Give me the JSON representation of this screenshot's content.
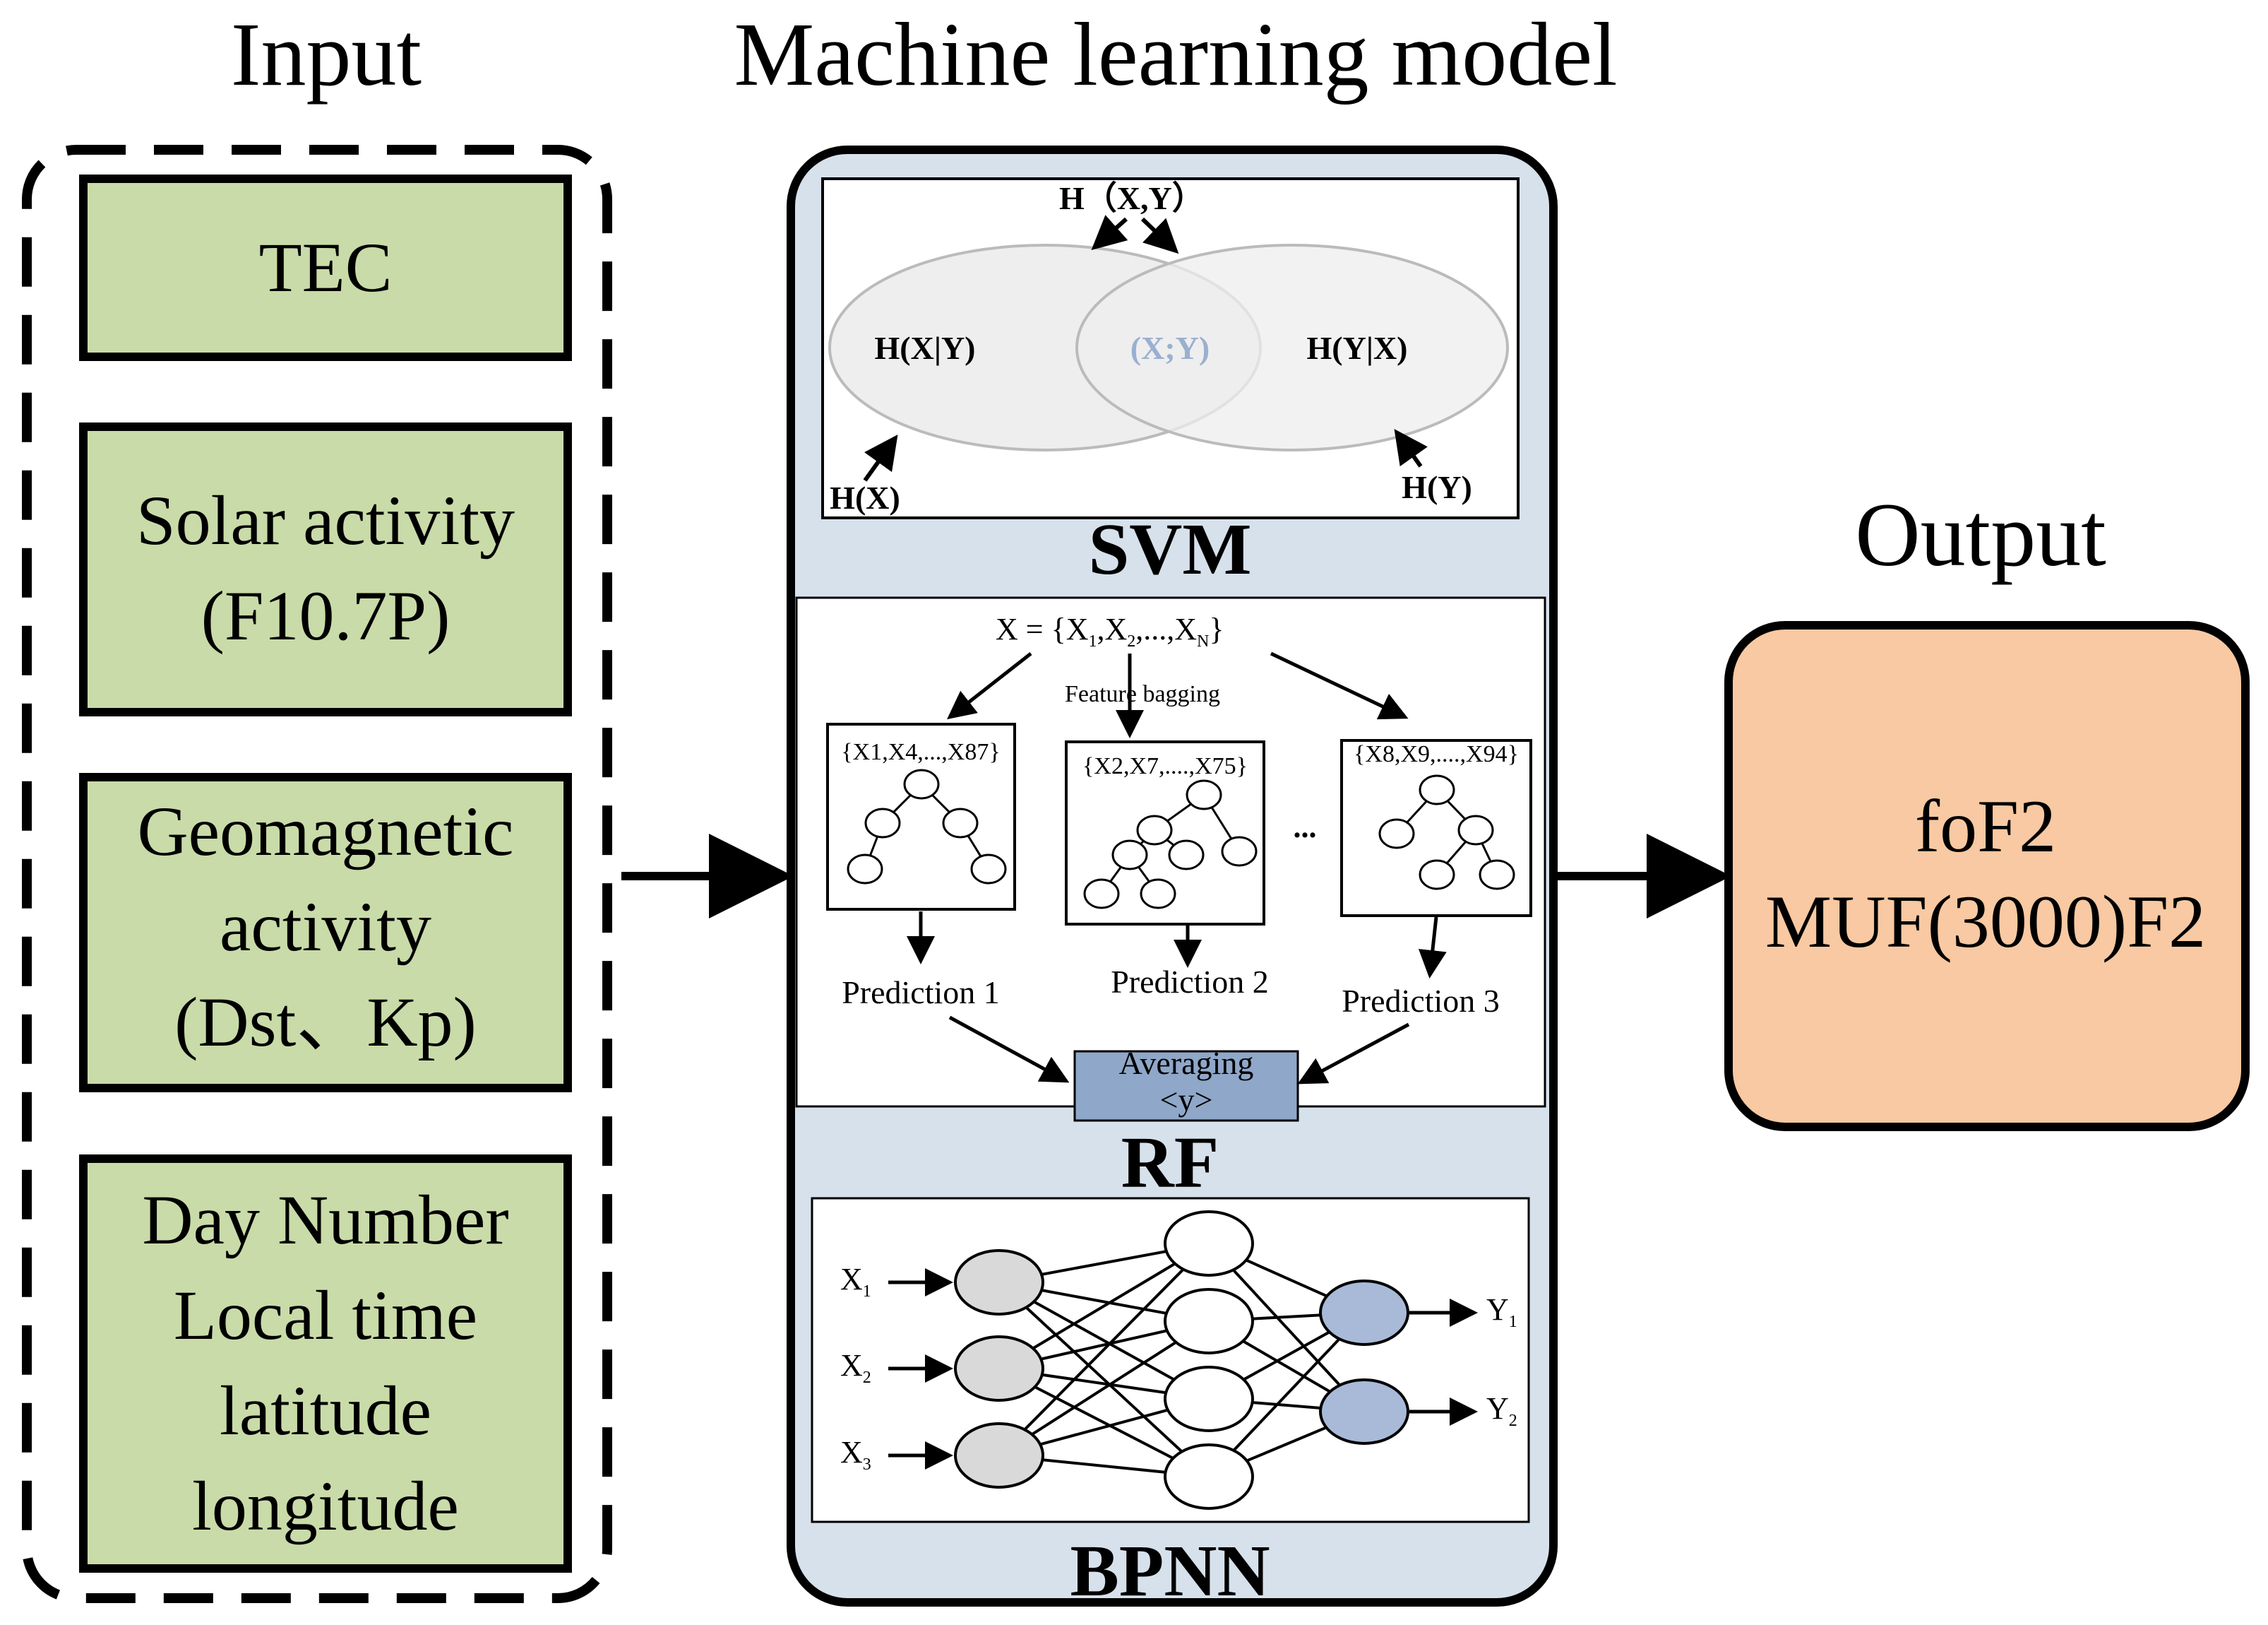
{
  "headings": {
    "input": "Input",
    "model": "Machine learning model",
    "output": "Output"
  },
  "inputs": {
    "tec": "TEC",
    "solar_1": "Solar activity",
    "solar_2": "(F10.7P)",
    "geo_1": "Geomagnetic",
    "geo_2": "activity",
    "geo_3": "(Dst、Kp)",
    "day_1": "Day Number",
    "day_2": "Local time",
    "day_3": "latitude",
    "day_4": "longitude"
  },
  "svm": {
    "title": "SVM",
    "joint": "H（X,Y）",
    "hx_given_y": "H(X|Y)",
    "mutual": "(X;Y)",
    "hy_given_x": "H(Y|X)",
    "hx": "H(X)",
    "hy": "H(Y)"
  },
  "rf": {
    "title": "RF",
    "set_label": "X = {X",
    "set_s1": "1",
    "set_comma1": ",X",
    "set_s2": "2",
    "set_mid": ",...,X",
    "set_sN": "N",
    "set_close": "}",
    "feature_bagging": "Feature bagging",
    "tree1_label": "{X1,X4,...,X87}",
    "tree2_label": "{X2,X7,....,X75}",
    "tree3_label": "{X8,X9,....,X94}",
    "dots": "...",
    "pred1": "Prediction 1",
    "pred2": "Prediction 2",
    "pred3": "Prediction 3",
    "averaging": "Averaging",
    "avg_y": "<y>"
  },
  "bpnn": {
    "title": "BPNN",
    "x1": "X",
    "x1_sub": "1",
    "x2": "X",
    "x2_sub": "2",
    "x3": "X",
    "x3_sub": "3",
    "y1": "Y",
    "y1_sub": "1",
    "y2": "Y",
    "y2_sub": "2"
  },
  "output": {
    "line1": "foF2",
    "line2": "MUF(3000)F2"
  },
  "colors": {
    "input_fill": "#c9dba8",
    "model_fill": "#d6e1ec",
    "output_fill": "#f8c9a2",
    "venn_fill": "#eeeeee",
    "mutual_text": "#9ab0d0",
    "averaging_fill": "#8fa7c8",
    "hidden_input_node": "#d9d9d9",
    "output_node": "#a8bad8"
  }
}
